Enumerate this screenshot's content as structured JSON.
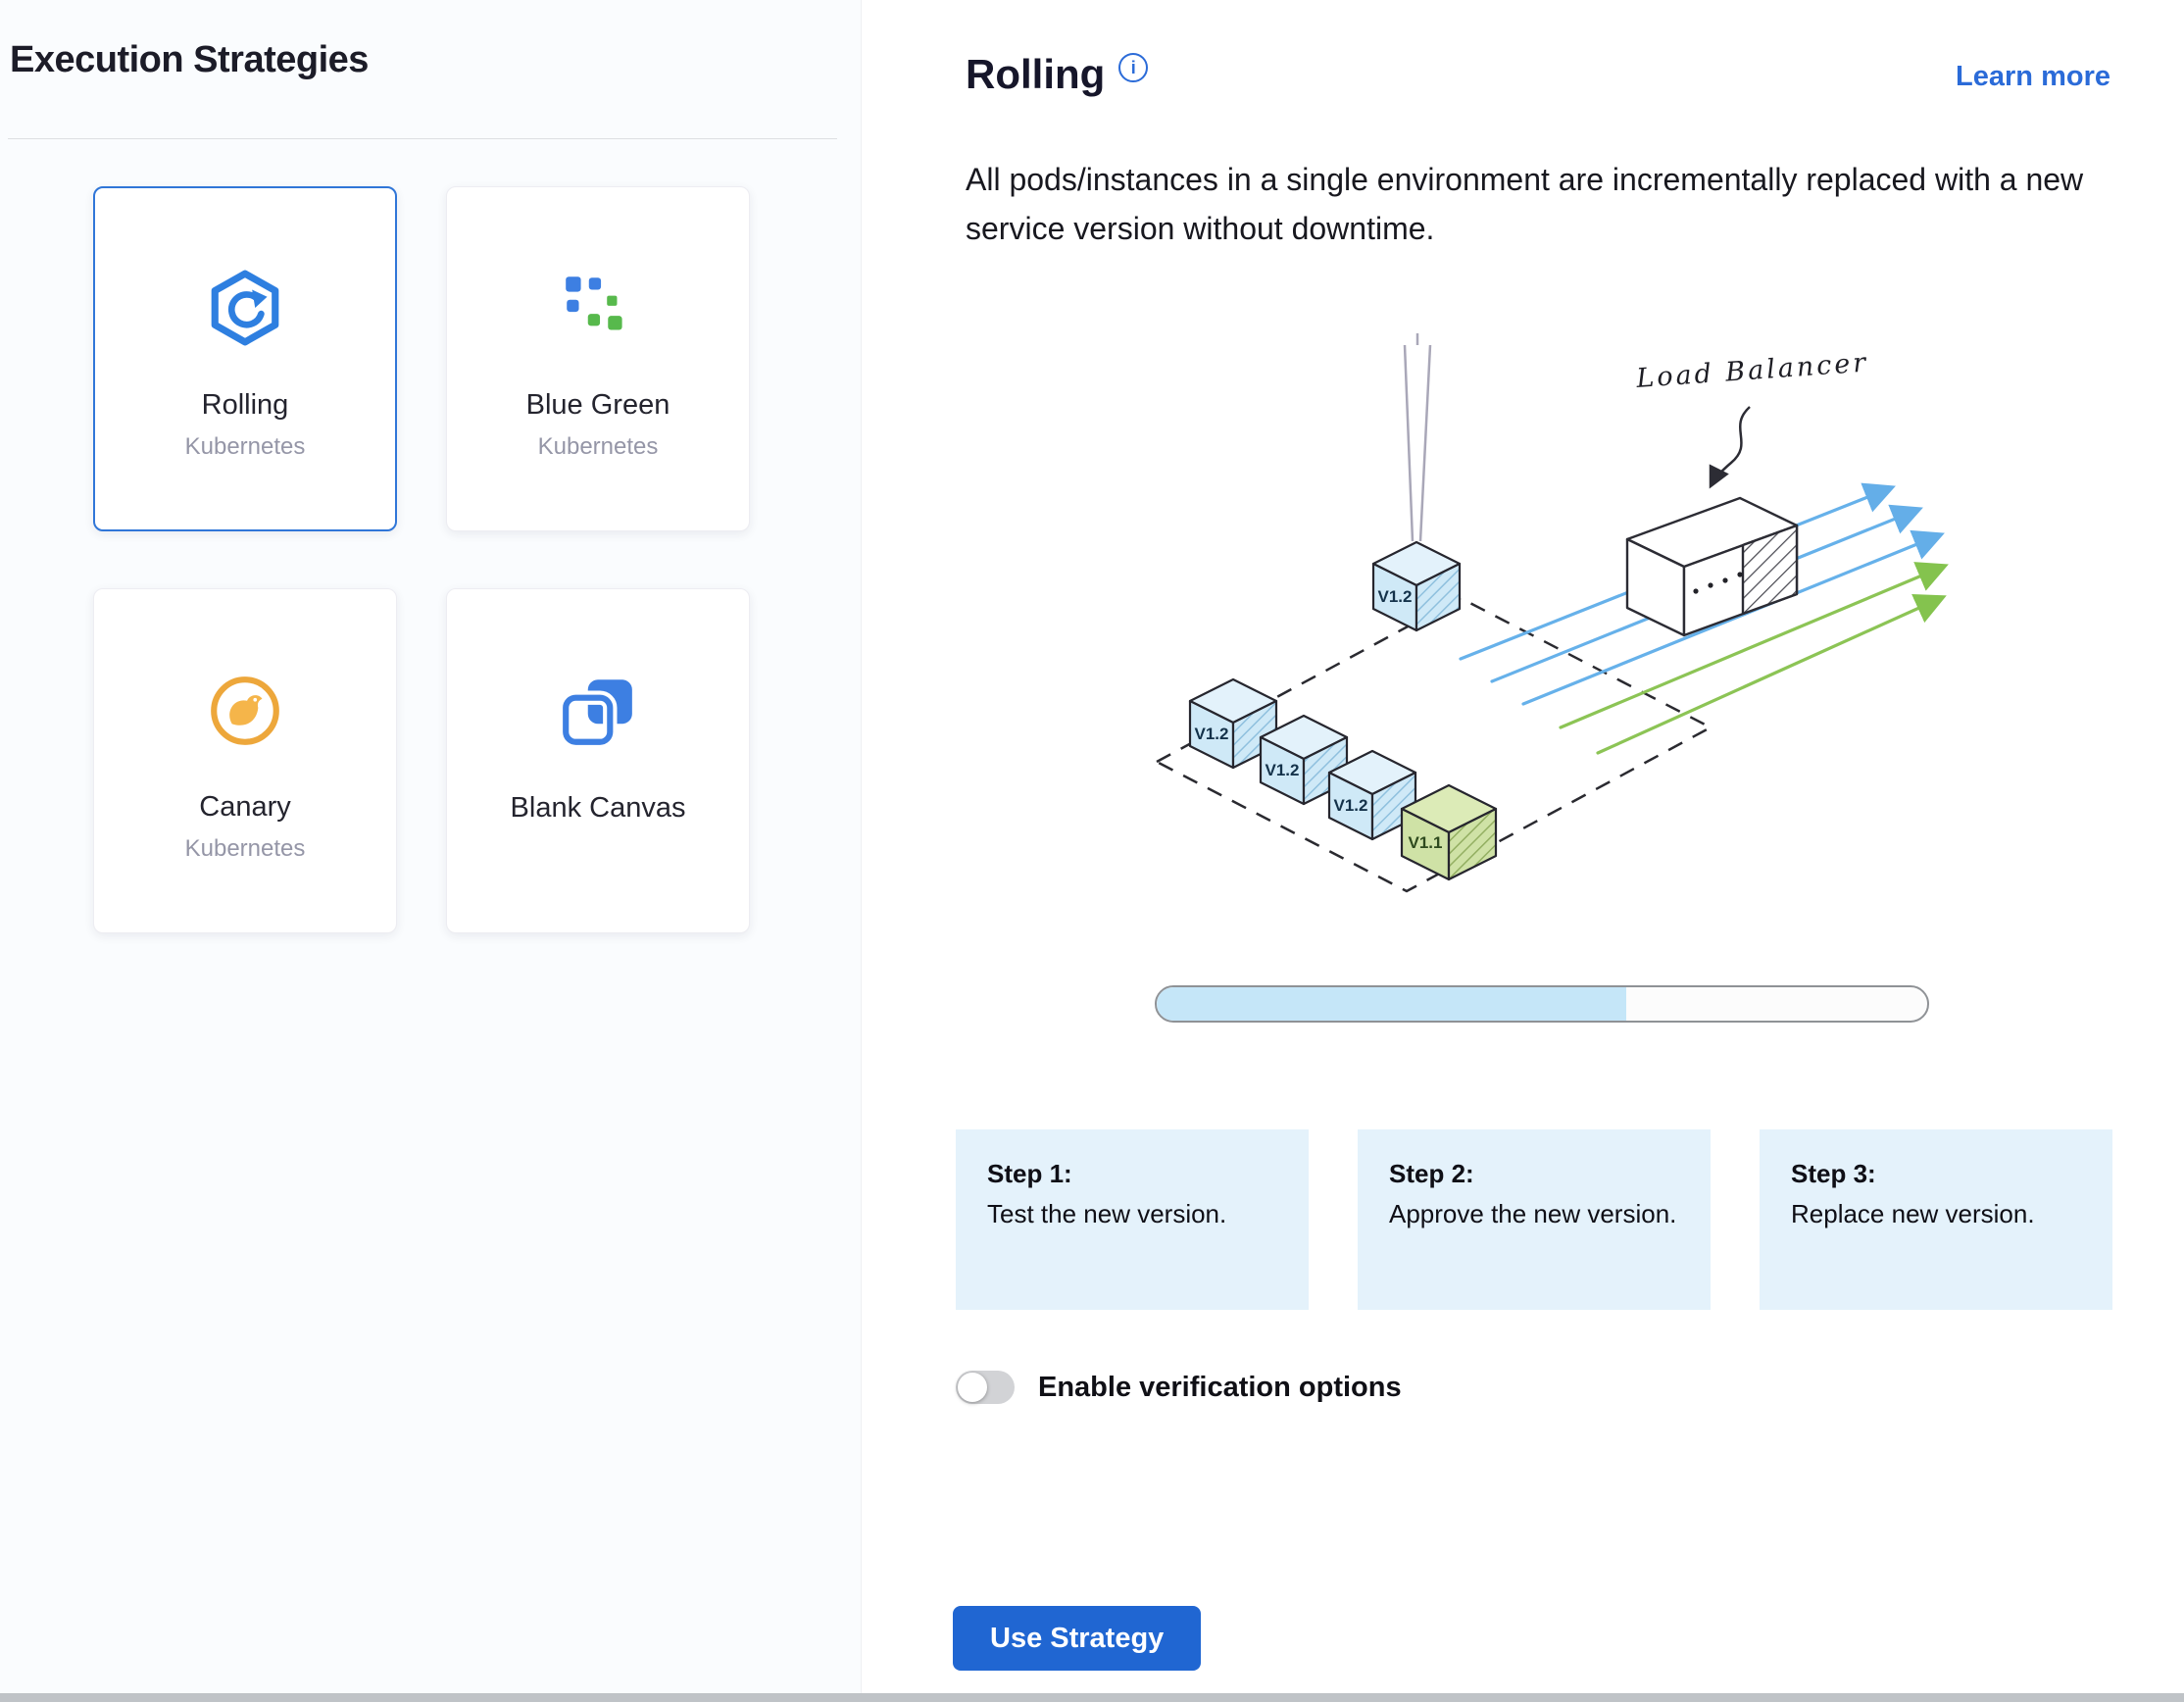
{
  "left_panel": {
    "title": "Execution Strategies",
    "cards": [
      {
        "label": "Rolling",
        "sublabel": "Kubernetes"
      },
      {
        "label": "Blue Green",
        "sublabel": "Kubernetes"
      },
      {
        "label": "Canary",
        "sublabel": "Kubernetes"
      },
      {
        "label": "Blank Canvas",
        "sublabel": ""
      }
    ],
    "selected_card": "Rolling"
  },
  "detail": {
    "title": "Rolling",
    "learn_more_label": "Learn more",
    "description": "All pods/instances in a single environment are incrementally replaced with a new service version without downtime.",
    "illustration": {
      "load_balancer_label": "Load Balancer",
      "cube_labels": [
        "V1.2",
        "V1.2",
        "V1.2",
        "V1.1",
        "V1.2"
      ],
      "new_version_label": "V1.2",
      "old_version_label": "V1.1",
      "progress_percent": 61
    },
    "steps": [
      {
        "title": "Step 1:",
        "text": "Test the new version."
      },
      {
        "title": "Step 2:",
        "text": "Approve the new version."
      },
      {
        "title": "Step 3:",
        "text": "Replace new version."
      }
    ],
    "verification_toggle": {
      "label": "Enable verification options",
      "enabled": false
    },
    "use_strategy_label": "Use Strategy"
  },
  "icons": {
    "info": "i"
  },
  "colors": {
    "accent_blue": "#2066d2",
    "selected_card_border": "#3076d8",
    "link_blue": "#2b6bd8",
    "step_card_bg": "#e4f2fb",
    "progress_fill": "#c5e6f8",
    "new_version_cube": "#cfe9f7",
    "old_version_cube": "#cfe2a6",
    "canary_orange": "#eda73b",
    "green_accent": "#57b94c"
  }
}
